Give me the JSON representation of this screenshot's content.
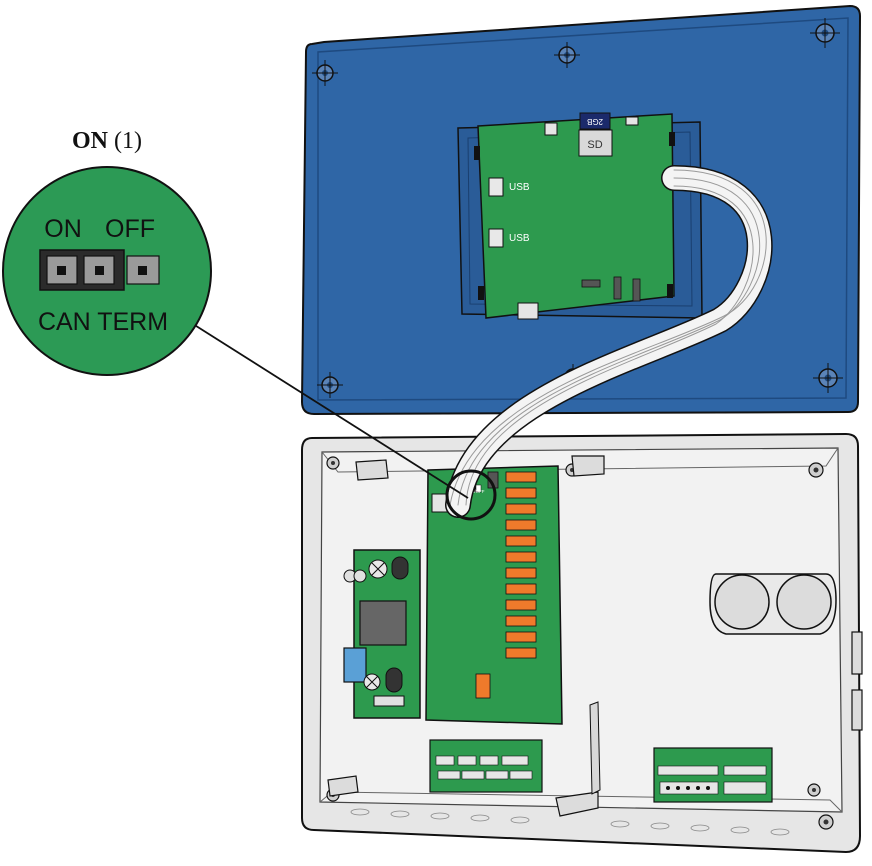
{
  "callout": {
    "title_bold": "ON",
    "title_rest": " (1)",
    "on_label": "ON",
    "off_label": "OFF",
    "bottom_label": "CAN TERM"
  },
  "display_board": {
    "sd_card_label": "SD",
    "sd_card_capacity": "2GB",
    "usb_label_1": "USB",
    "usb_label_2": "USB"
  },
  "main_board": {
    "jumper_label": "ON/OFF"
  },
  "colors": {
    "cover_blue": "#2f66a6",
    "pcb_green": "#2d9a4e",
    "callout_green": "#2c9a55",
    "relay_orange": "#ef7a2b",
    "enclosure_grey": "#e6e6e6"
  }
}
